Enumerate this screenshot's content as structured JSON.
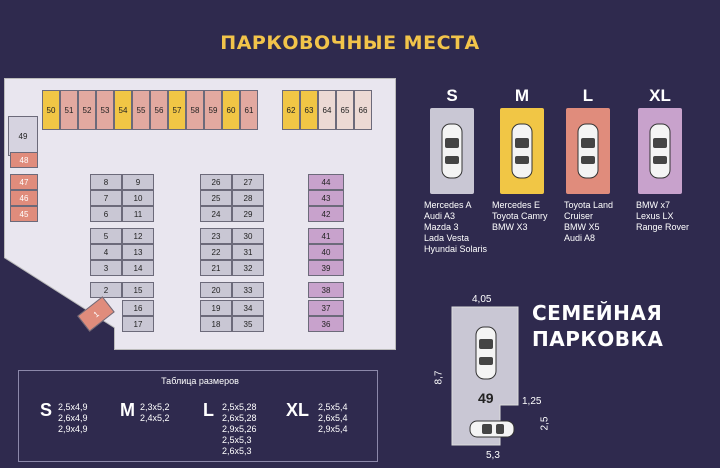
{
  "title": "ПАРКОВОЧНЫЕ МЕСТА",
  "colors": {
    "background": "#2f2a4e",
    "title": "#f2c44a",
    "size_s": "#c9c7d4",
    "size_m": "#f1c645",
    "size_l": "#e08c7c",
    "size_xl": "#c8a2cc"
  },
  "plan": {
    "top_row": [
      "50",
      "51",
      "52",
      "53",
      "54",
      "55",
      "56",
      "57",
      "58",
      "59",
      "60",
      "61",
      "62",
      "63",
      "64",
      "65",
      "66"
    ],
    "left_column": [
      "49",
      "48",
      "47",
      "46",
      "45"
    ],
    "block1": [
      "8",
      "9",
      "7",
      "10",
      "6",
      "11",
      "5",
      "12",
      "4",
      "13",
      "3",
      "14",
      "2",
      "15",
      "16",
      "17"
    ],
    "block2": [
      "26",
      "27",
      "25",
      "28",
      "24",
      "29",
      "23",
      "30",
      "22",
      "31",
      "21",
      "32",
      "20",
      "33",
      "19",
      "34",
      "18",
      "35"
    ],
    "block3": [
      "44",
      "43",
      "42",
      "41",
      "40",
      "39",
      "38",
      "37",
      "36"
    ],
    "diag": "1"
  },
  "sizes": [
    {
      "label": "S",
      "cars": [
        "Mercedes A",
        "Audi A3",
        "Mazda 3",
        "Lada Vesta",
        "Hyundai Solaris"
      ]
    },
    {
      "label": "M",
      "cars": [
        "Mercedes E",
        "Toyota Camry",
        "BMW X3"
      ]
    },
    {
      "label": "L",
      "cars": [
        "Toyota Land",
        "Cruiser",
        "BMW X5",
        "Audi A8"
      ]
    },
    {
      "label": "XL",
      "cars": [
        "BMW x7",
        "Lexus LX",
        "Range Rover"
      ]
    }
  ],
  "family": {
    "title_line1": "СЕМЕЙНАЯ",
    "title_line2": "ПАРКОВКА",
    "spot": "49",
    "dim_top": "4,05",
    "dim_left": "8,7",
    "dim_step": "1,25",
    "dim_right": "2,5",
    "dim_bottom": "5,3"
  },
  "table": {
    "caption": "Таблица размеров",
    "rows": [
      {
        "label": "S",
        "values": [
          "2,5x4,9",
          "2,6x4,9",
          "2,9x4,9"
        ]
      },
      {
        "label": "M",
        "values": [
          "2,3x5,2",
          "2,4x5,2"
        ]
      },
      {
        "label": "L",
        "values": [
          "2,5x5,28",
          "2,6x5,28",
          "2,9x5,26",
          "2,5x5,3",
          "2,6x5,3"
        ]
      },
      {
        "label": "XL",
        "values": [
          "2,5x5,4",
          "2,6x5,4",
          "2,9x5,4"
        ]
      }
    ]
  }
}
